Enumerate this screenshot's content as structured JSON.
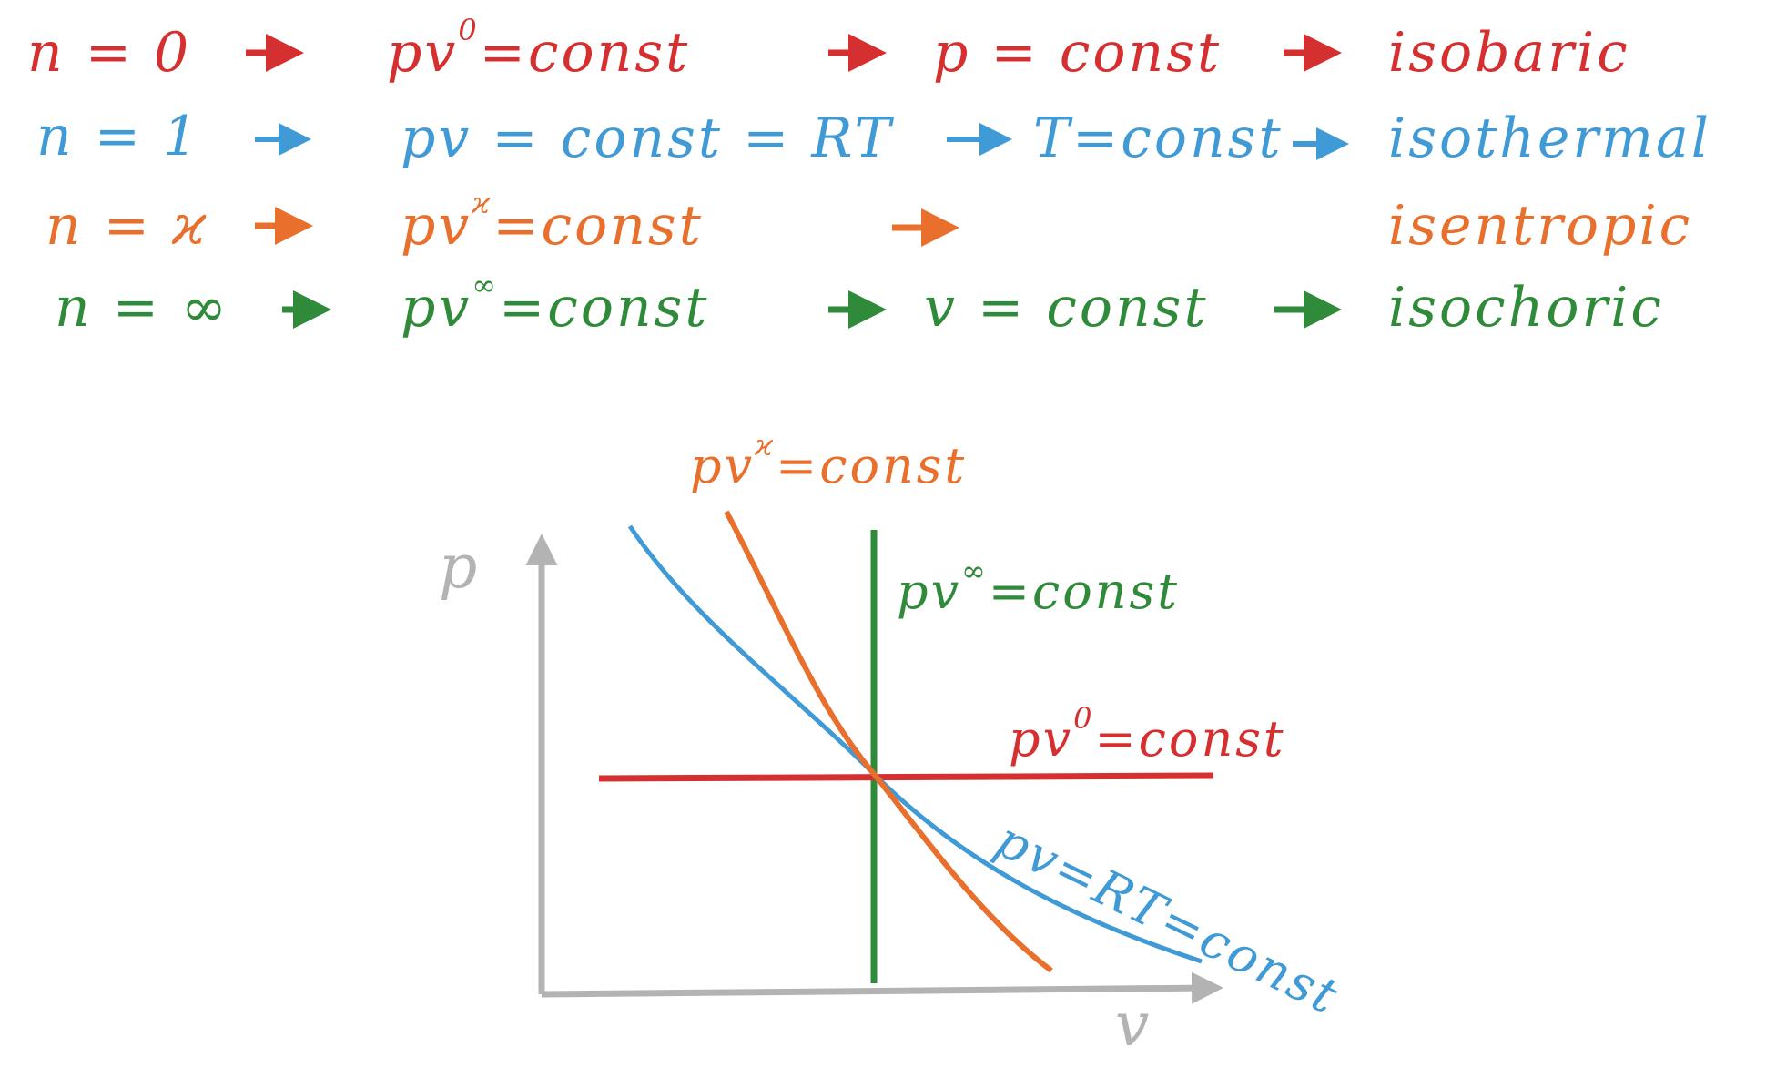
{
  "colors": {
    "red": "#d62f2f",
    "blue": "#3f9ad6",
    "orange": "#e86f2c",
    "green": "#2f8a3a",
    "gray": "#b3b3b3"
  },
  "rows": [
    {
      "n": "n = 0",
      "equation": "pv",
      "exp": "0",
      "eq_rest": "=const",
      "simplified": "p = const",
      "process": "isobaric",
      "color": "red"
    },
    {
      "n": "n = 1",
      "equation": "pv",
      "exp": "",
      "eq_rest": " = const = RT",
      "simplified": "T=const",
      "process": "isothermal",
      "color": "blue"
    },
    {
      "n": "n = ϰ",
      "equation": "pv",
      "exp": "ϰ",
      "eq_rest": "=const",
      "simplified": "",
      "process": "isentropic",
      "color": "orange"
    },
    {
      "n": "n = ∞",
      "equation": "pv",
      "exp": "∞",
      "eq_rest": "=const",
      "simplified": "v = const",
      "process": "isochoric",
      "color": "green"
    }
  ],
  "diagram": {
    "y_axis_label": "p",
    "x_axis_label": "v",
    "curve_labels": {
      "isentropic": {
        "base": "pv",
        "exp": "ϰ",
        "rest": "=const"
      },
      "isochoric": {
        "base": "pv",
        "exp": "∞",
        "rest": "=const"
      },
      "isobaric": {
        "base": "pv",
        "exp": "0",
        "rest": "=const"
      },
      "isothermal": {
        "text": "pv=RT=const"
      }
    }
  }
}
